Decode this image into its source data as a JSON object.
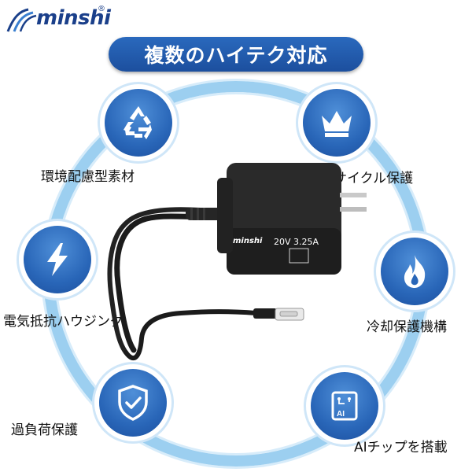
{
  "brand": {
    "name": "minshi",
    "registered": "®"
  },
  "title": "複数のハイテク対応",
  "features": [
    {
      "label": "環境配慮型素材",
      "icon": "recycle-icon"
    },
    {
      "label": "電流サイクル保護",
      "icon": "crown-icon"
    },
    {
      "label": "電気抵抗ハウジング",
      "icon": "lightning-icon"
    },
    {
      "label": "冷却保護機構",
      "icon": "flame-icon"
    },
    {
      "label": "過負荷保護",
      "icon": "shield-check-icon"
    },
    {
      "label": "AIチップを搭載",
      "icon": "ai-chip-icon"
    }
  ],
  "product": {
    "brand": "minshi",
    "rating": "20V 3.25A"
  },
  "colors": {
    "accent": "#1c4f9e",
    "ring": "#9ccff0",
    "badge": "#2966b8"
  }
}
